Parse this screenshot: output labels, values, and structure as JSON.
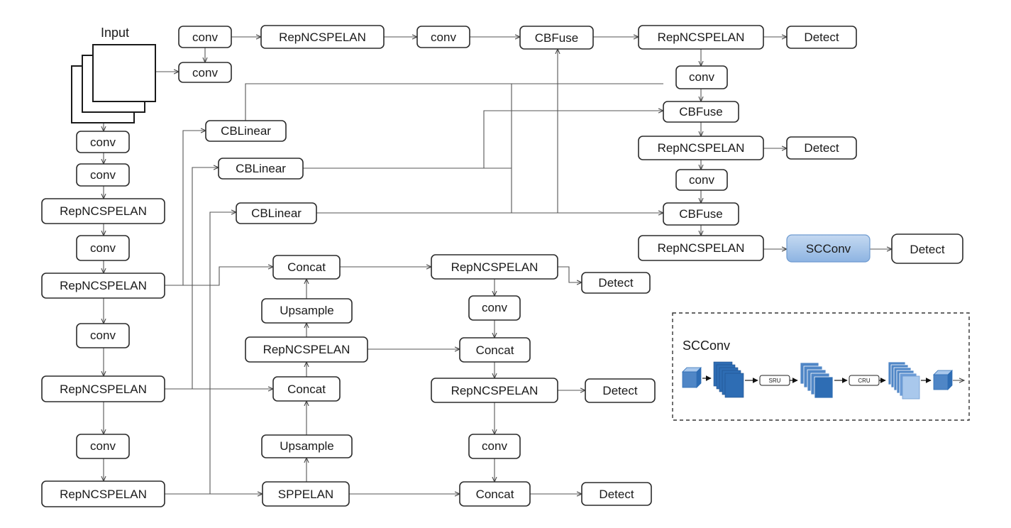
{
  "input_label": "Input",
  "nodes": {
    "conv": "conv",
    "rep": "RepNCSPELAN",
    "cbfuse": "CBFuse",
    "cblinear": "CBLinear",
    "detect": "Detect",
    "concat": "Concat",
    "upsample": "Upsample",
    "sppelan": "SPPELAN",
    "scconv": "SCConv"
  },
  "inset": {
    "title": "SCConv",
    "sru": "SRU",
    "cru": "CRU"
  },
  "colors": {
    "scconv_fill_top": "#c5d9f1",
    "scconv_fill_bottom": "#8db4e2",
    "cube_front": "#4f86c6",
    "cube_dark": "#2e6db4",
    "cube_light": "#a9c8ec"
  }
}
